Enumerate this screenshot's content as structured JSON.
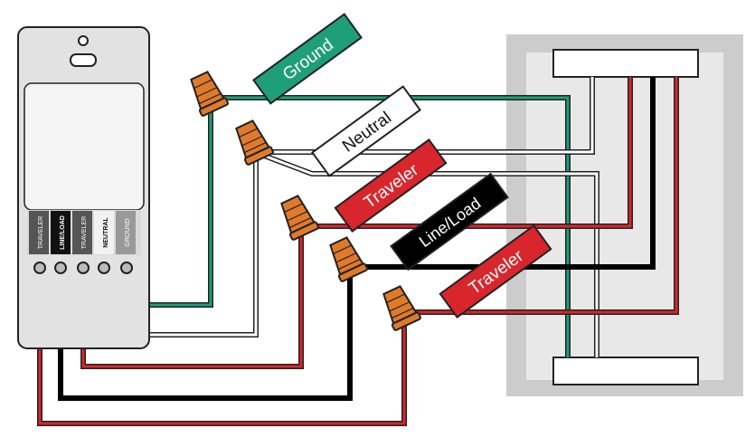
{
  "labels": {
    "ground": "Ground",
    "neutral": "Neutral",
    "traveler_1": "Traveler",
    "line_load": "Line/Load",
    "traveler_2": "Traveler"
  },
  "switch_terminals": [
    "TRAVELER",
    "LINE/LOAD",
    "TRAVELER",
    "NEUTRAL",
    "GROUND"
  ],
  "colors": {
    "ground": "#1f9e7a",
    "neutral": "#ffffff",
    "traveler": "#d8262c",
    "line_load": "#000000",
    "wire_nut": "#e07a2a",
    "box": "#cccccc"
  }
}
